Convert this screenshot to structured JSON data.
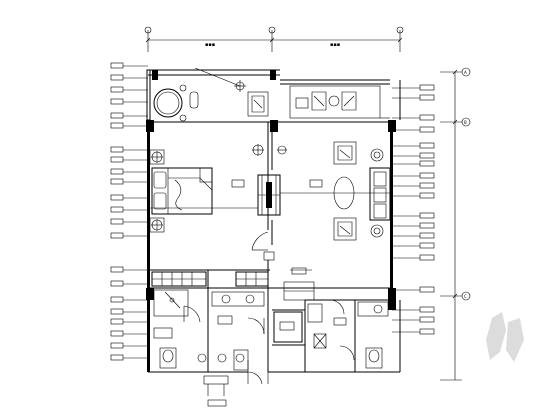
{
  "drawing": {
    "type": "interior floor plan (suite)",
    "axis_grid_labels": [
      "A",
      "B",
      "C"
    ]
  },
  "annotations": {
    "left_tags": [
      "",
      "",
      "",
      "",
      "",
      "",
      "",
      "",
      "",
      "",
      "",
      "",
      "",
      "",
      "",
      "",
      "",
      "",
      "",
      "",
      "",
      ""
    ],
    "right_tags": [
      "",
      "",
      "",
      "",
      "",
      "",
      "",
      "",
      "",
      "",
      "",
      "",
      "",
      "",
      "",
      "",
      "",
      "",
      ""
    ]
  },
  "room_labels": [],
  "colors": {
    "line": "#000000",
    "background": "#ffffff",
    "watermark": "#dcdcdc"
  }
}
